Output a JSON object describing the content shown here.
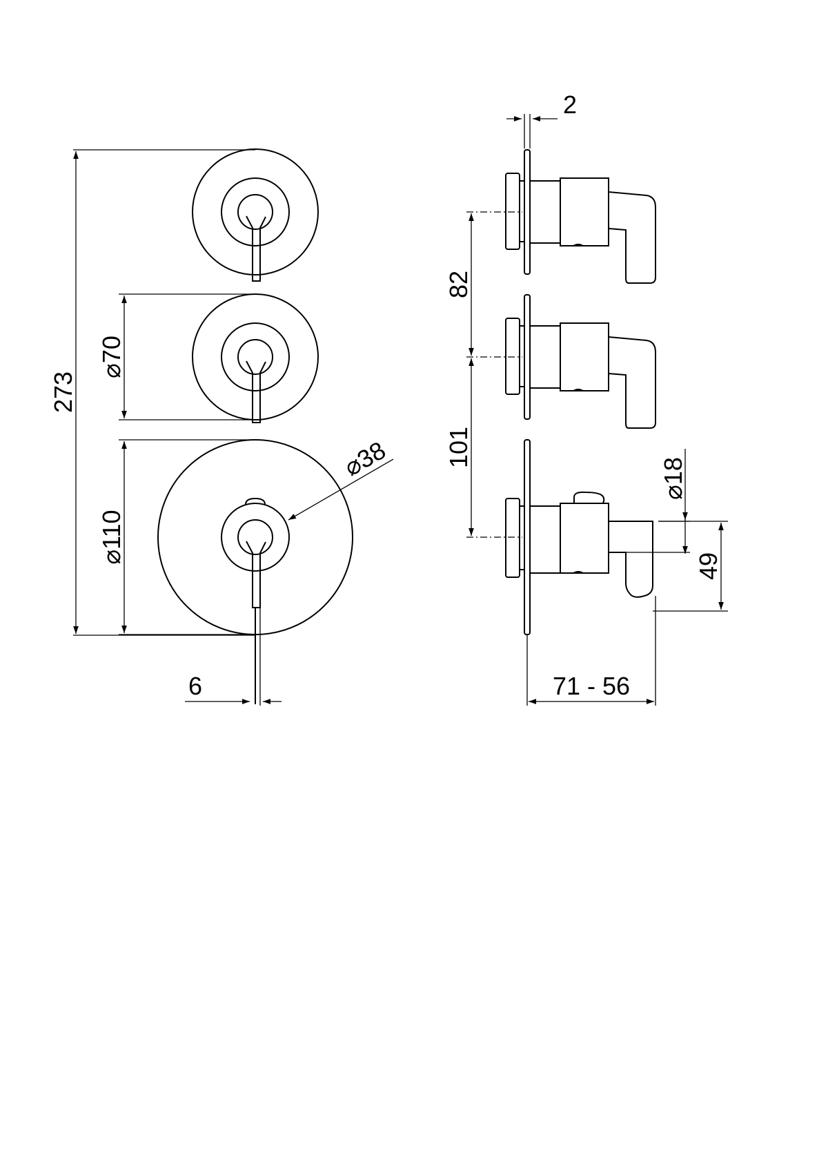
{
  "dimensions": {
    "overall_height": "273",
    "small_plate_diameter": "⌀70",
    "large_plate_diameter": "⌀110",
    "handle_hub_diameter": "⌀38",
    "lever_width": "6",
    "plate_thickness": "2",
    "spindle_spacing_upper": "82",
    "spindle_spacing_lower": "101",
    "lever_shaft_diameter": "⌀18",
    "lever_drop": "49",
    "projection_range": "71 - 56"
  },
  "colors": {
    "line": "#000000",
    "background": "#ffffff"
  }
}
